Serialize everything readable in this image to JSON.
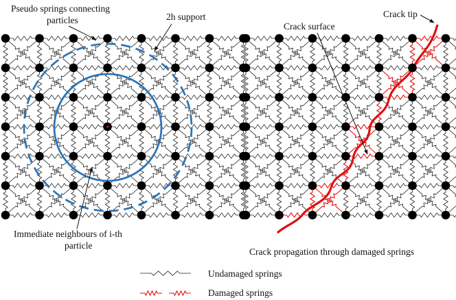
{
  "left_panel": {
    "label_springs": [
      "Pseudo springs connecting",
      "particles"
    ],
    "label_support": "2h support",
    "label_neighbours": [
      "Immediate neighbours of i-th",
      "particle"
    ],
    "grid_rows": 7,
    "grid_cols": 8
  },
  "right_panel": {
    "label_crack_surface": "Crack surface",
    "label_crack_tip": "Crack tip",
    "label_propagation": "Crack propagation through damaged springs",
    "grid_rows": 7,
    "grid_cols": 8
  },
  "legend": {
    "undamaged_label": "Undamaged springs",
    "damaged_label": "Damaged springs"
  },
  "colors": {
    "particle": "#000000",
    "spring": "#222222",
    "support_circle": "#2e75b6",
    "crack": "#dd1111",
    "damaged_spring": "#dd1111"
  }
}
